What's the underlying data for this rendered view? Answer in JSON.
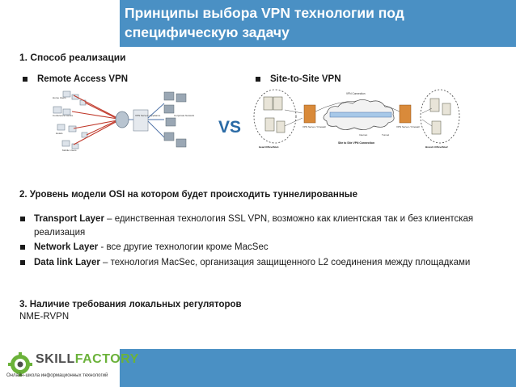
{
  "title": {
    "line1": "Принципы выбора VPN технологии под",
    "line2": "специфическую задачу"
  },
  "section1": {
    "heading": "1. Способ реализации",
    "left_label": "Remote Access VPN",
    "right_label": "Site-to-Site VPN",
    "vs": "VS",
    "diagram_right": {
      "top_label": "VPN Connection",
      "left_box_label": "VPN Server / Firewall",
      "right_box_label": "VPN Server / Firewall",
      "internet_label": "Internet",
      "tunnel_label": "Tunnel",
      "bottom_label": "Site to Site VPN Connection",
      "left_site": "Head Office/Site1",
      "right_site": "Branch Office/Site2"
    },
    "diagram_left": {
      "center_label": "VPN Server / Appliance",
      "right_label": "Corporate Network",
      "left_labels": [
        "Home Users",
        "Conference Centre",
        "Hotels",
        "Mobile Users"
      ]
    }
  },
  "section2": {
    "heading": "2. Уровень модели OSI на котором будет происходить туннелированные",
    "items": [
      {
        "term": "Transport Layer",
        "text": " – единственная технология SSL VPN, возможно как клиентская так и без клиентская реализация"
      },
      {
        "term": "Network Layer",
        "text": " -   все другие технологии кроме MacSec"
      },
      {
        "term": "Data link Layer",
        "text": " – технология MacSec, организация защищенного L2 соединения между площадками"
      }
    ]
  },
  "section3": {
    "heading": "3. Наличие требования локальных регуляторов",
    "value": "NME-RVPN"
  },
  "logo": {
    "brand_a": "SKILL",
    "brand_b": "FACTORY",
    "tagline": "Онлайн-школа информационных технологий"
  },
  "colors": {
    "accent_blue": "#4a90c4",
    "vs_blue": "#2a6aa5",
    "logo_green": "#6bb23a"
  }
}
